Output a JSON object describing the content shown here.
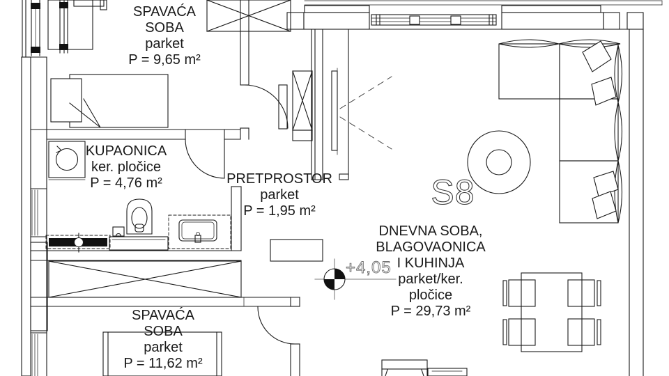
{
  "colors": {
    "line": "#1a1a1a",
    "muted": "#7d7d7d",
    "background": "#ffffff"
  },
  "unit": {
    "label": "S8"
  },
  "elevation": {
    "value": "+4,05"
  },
  "rooms": {
    "bedroom1": {
      "lines": [
        "SPAVAĆA",
        "SOBA",
        "parket",
        "P = 9,65 m²"
      ]
    },
    "bathroom": {
      "lines": [
        "KUPAONICA",
        "ker. pločice",
        "P = 4,76 m²"
      ]
    },
    "hallway": {
      "lines": [
        "PRETPROSTOR",
        "parket",
        "P = 1,95 m²"
      ]
    },
    "living": {
      "lines": [
        "DNEVNA SOBA,",
        "BLAGOVAONICA",
        "I KUHINJA",
        "parket/ker.",
        "pločice",
        "P = 29,73 m²"
      ]
    },
    "bedroom2": {
      "lines": [
        "SPAVAĆA",
        "SOBA",
        "parket",
        "P = 11,62 m²"
      ]
    }
  }
}
